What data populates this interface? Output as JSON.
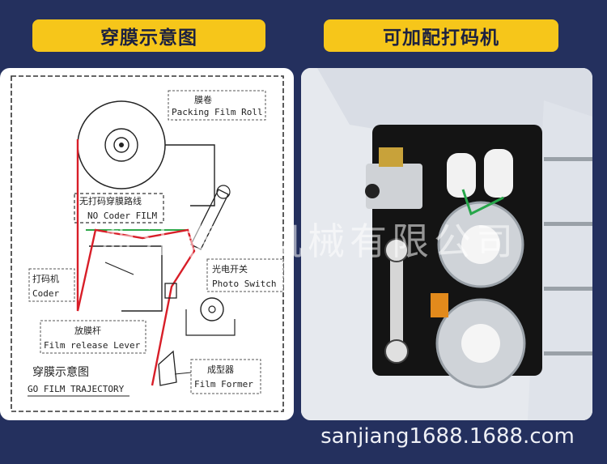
{
  "header": {
    "left_title": "穿膜示意图",
    "right_title": "可加配打码机"
  },
  "diagram": {
    "film_roll_cn": "膜卷",
    "film_roll_en": "Packing Film Roll",
    "no_coder_cn": "无打码穿膜路线",
    "no_coder_en": "NO Coder FILM",
    "coder_cn": "打码机",
    "coder_en": "Coder",
    "photo_cn": "光电开关",
    "photo_en": "Photo Switch",
    "lever_cn": "放膜杆",
    "lever_en": "Film release Lever",
    "title_cn": "穿膜示意图",
    "title_en": "GO FILM TRAJECTORY",
    "former_cn": "成型器",
    "former_en": "Film Former"
  },
  "watermark": "浙江春利机械有限公司",
  "footer": {
    "site": "sanjiang1688.1688.com"
  },
  "colors": {
    "background": "#24305e",
    "pill": "#f6c61a",
    "film_path": "#d81e28"
  }
}
